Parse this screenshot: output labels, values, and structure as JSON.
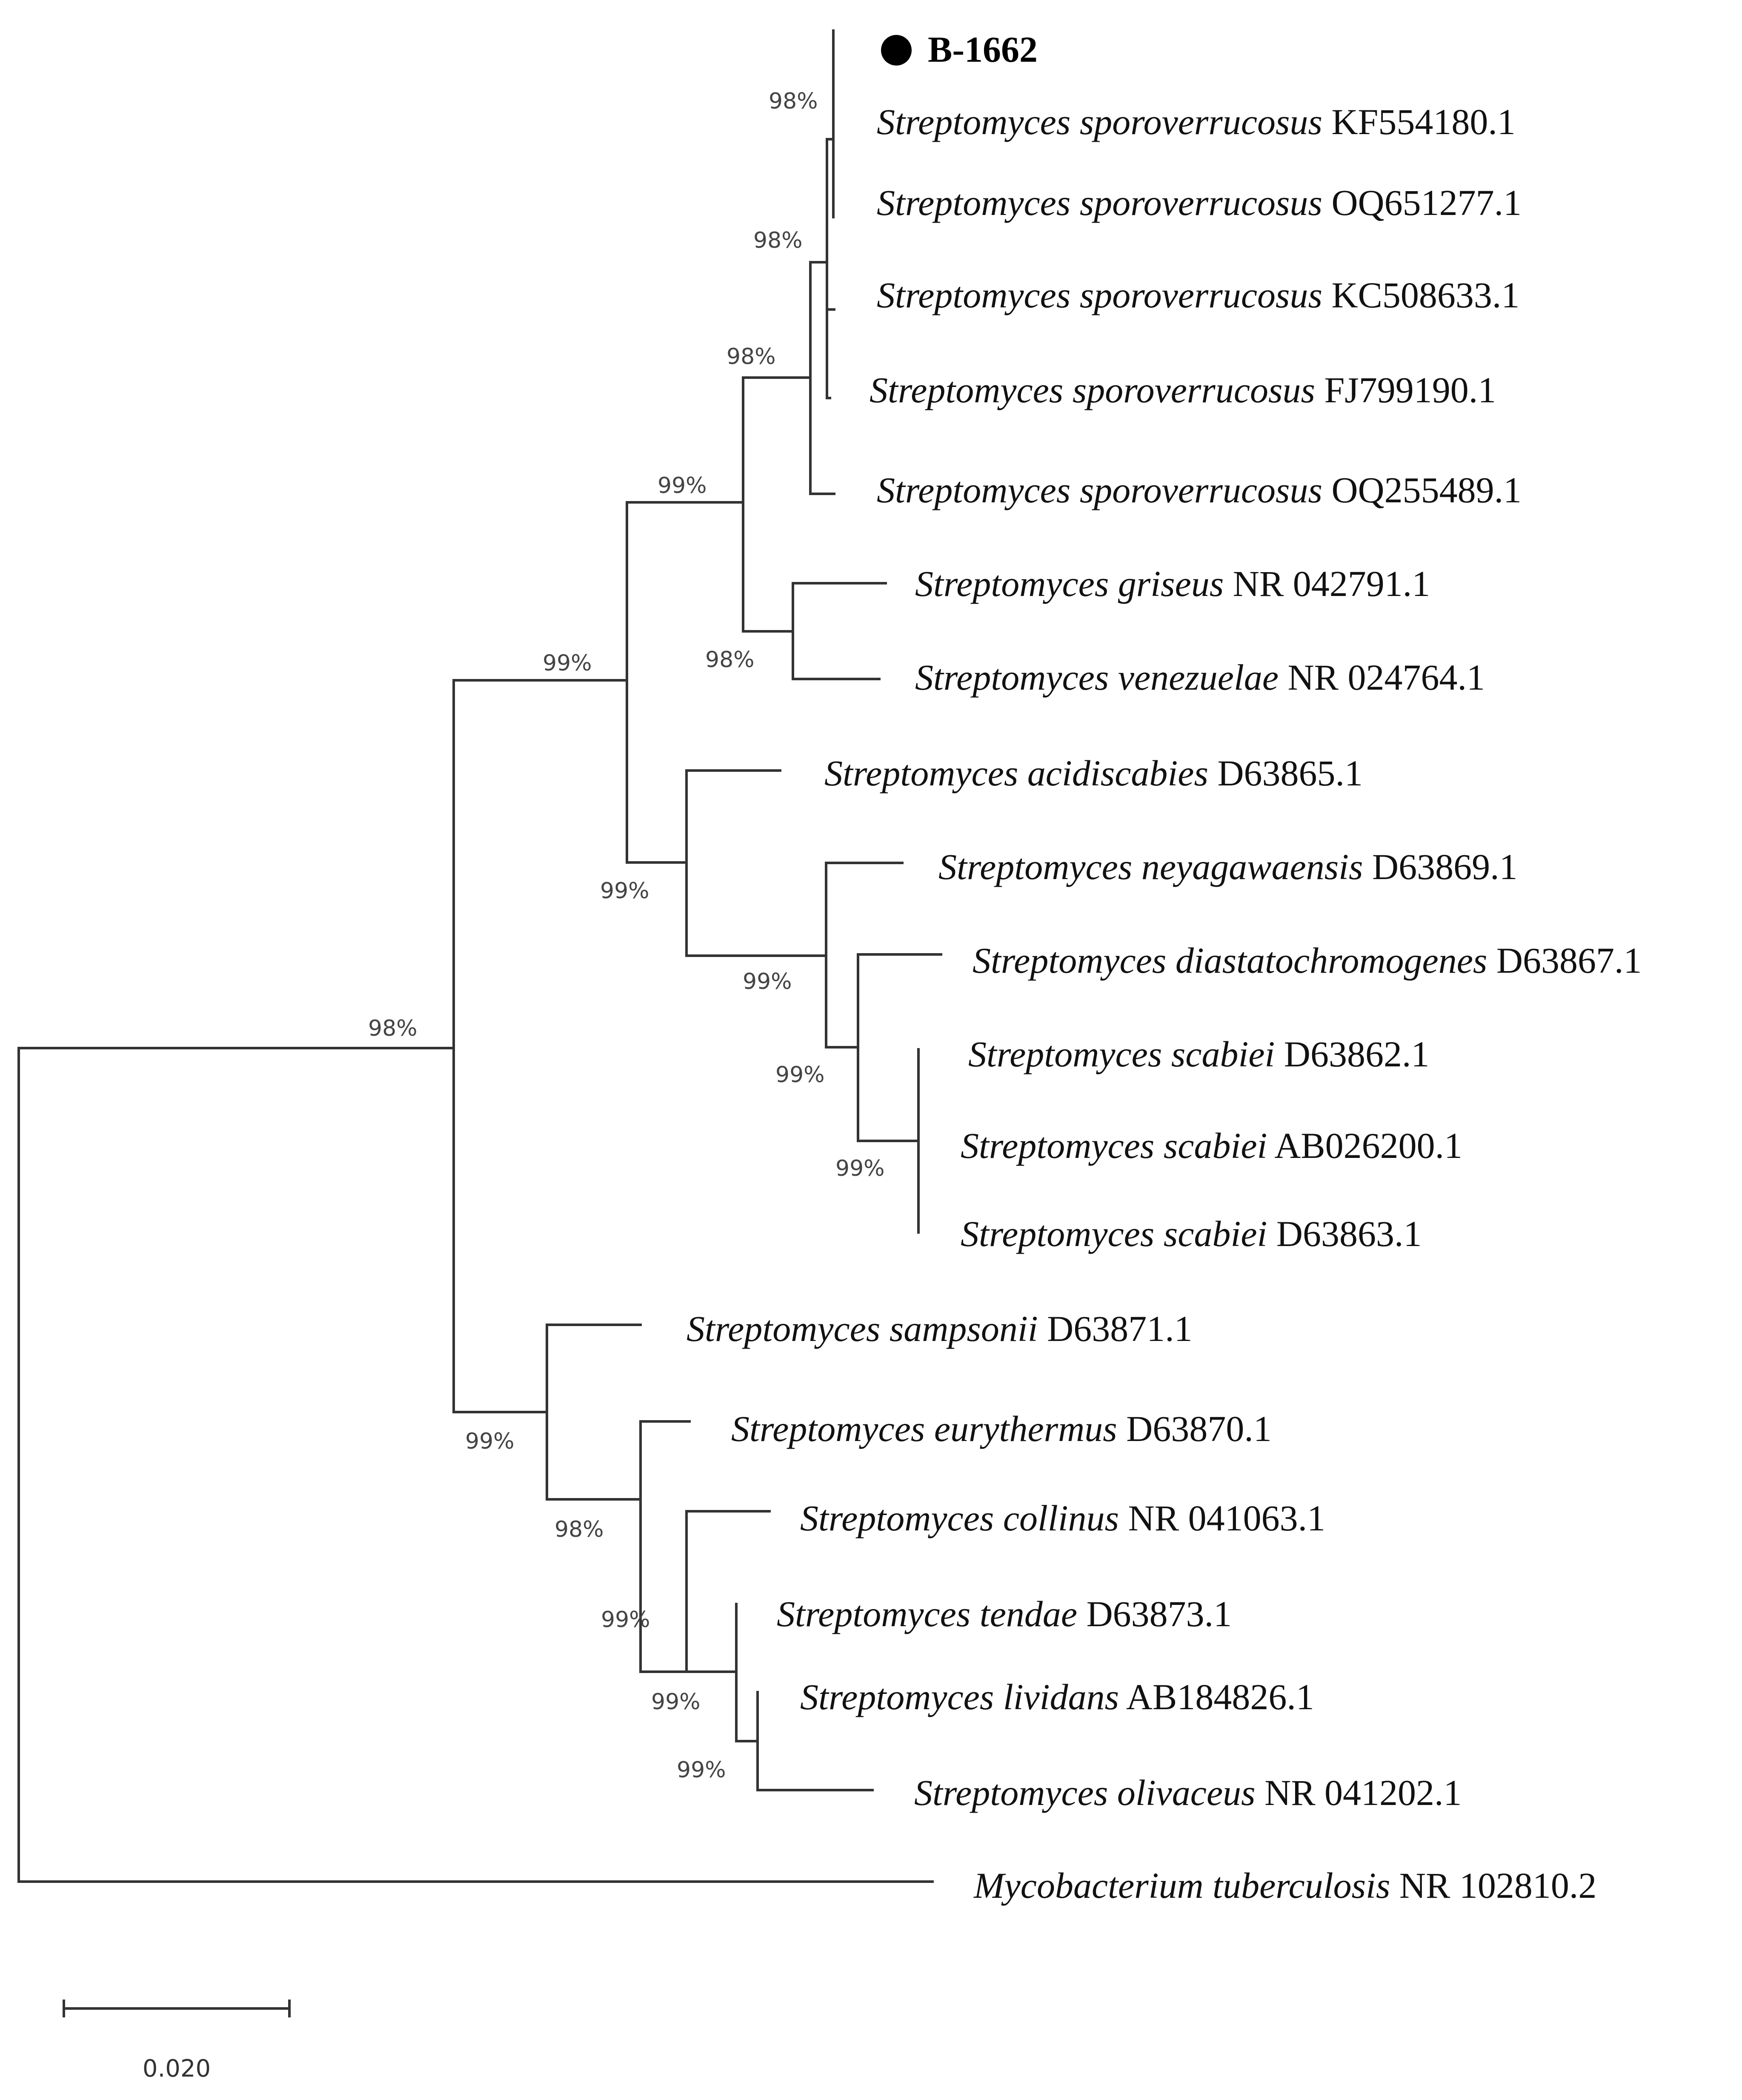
{
  "strain": {
    "label": "B-1662"
  },
  "leaves": [
    {
      "id": "kf554180",
      "taxon": "Streptomyces sporoverrucosus",
      "accession": "KF554180.1"
    },
    {
      "id": "oq651277",
      "taxon": "Streptomyces sporoverrucosus",
      "accession": "OQ651277.1"
    },
    {
      "id": "kc508633",
      "taxon": "Streptomyces sporoverrucosus",
      "accession": "KC508633.1"
    },
    {
      "id": "fj799190",
      "taxon": "Streptomyces sporoverrucosus",
      "accession": "FJ799190.1"
    },
    {
      "id": "oq255489",
      "taxon": "Streptomyces sporoverrucosus",
      "accession": "OQ255489.1"
    },
    {
      "id": "nr042791",
      "taxon": "Streptomyces griseus",
      "accession": "NR 042791.1"
    },
    {
      "id": "nr024764",
      "taxon": "Streptomyces venezuelae",
      "accession": "NR 024764.1"
    },
    {
      "id": "d63865",
      "taxon": "Streptomyces acidiscabies",
      "accession": "D63865.1"
    },
    {
      "id": "d63869",
      "taxon": "Streptomyces neyagawaensis",
      "accession": "D63869.1"
    },
    {
      "id": "d63867",
      "taxon": "Streptomyces diastatochromogenes",
      "accession": "D63867.1"
    },
    {
      "id": "d63862",
      "taxon": "Streptomyces scabiei",
      "accession": "D63862.1"
    },
    {
      "id": "ab026200",
      "taxon": "Streptomyces scabiei",
      "accession": "AB026200.1"
    },
    {
      "id": "d63863",
      "taxon": "Streptomyces scabiei",
      "accession": "D63863.1"
    },
    {
      "id": "d63871",
      "taxon": "Streptomyces sampsonii",
      "accession": "D63871.1"
    },
    {
      "id": "d63870",
      "taxon": "Streptomyces eurythermus",
      "accession": "D63870.1"
    },
    {
      "id": "nr041063",
      "taxon": "Streptomyces collinus",
      "accession": "NR 041063.1"
    },
    {
      "id": "d63873",
      "taxon": "Streptomyces tendae",
      "accession": "D63873.1"
    },
    {
      "id": "ab184826",
      "taxon": "Streptomyces lividans",
      "accession": "AB184826.1"
    },
    {
      "id": "nr041202",
      "taxon": "Streptomyces olivaceus",
      "accession": "NR 041202.1"
    },
    {
      "id": "nr102810",
      "taxon": "Mycobacterium tuberculosis",
      "accession": "NR 102810.2"
    }
  ],
  "bootstrap_values": [
    "98%",
    "98%",
    "98%",
    "99%",
    "98%",
    "99%",
    "99%",
    "99%",
    "99%",
    "99%",
    "98%",
    "99%",
    "98%",
    "99%",
    "99%",
    "99%"
  ],
  "scale_bar": {
    "label": "0.020",
    "length": 0.02
  },
  "colors": {
    "line": "#333333",
    "text": "#111111"
  }
}
